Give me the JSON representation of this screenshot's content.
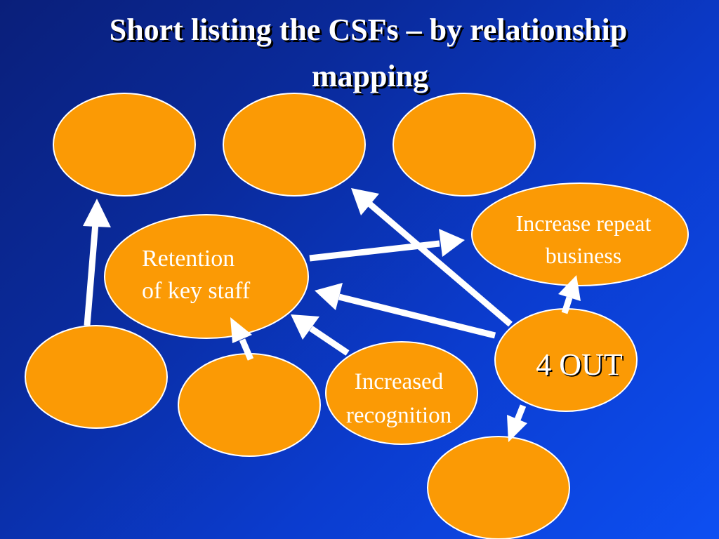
{
  "title": {
    "line1": "Short listing the CSFs – by relationship",
    "line2": "mapping"
  },
  "colors": {
    "background": "#0b3ccf",
    "node_fill": "#fb9a05",
    "arrow": "#ffffff",
    "text": "#ffffff"
  },
  "nodes": [
    {
      "id": "top-left",
      "text": ""
    },
    {
      "id": "top-middle",
      "text": ""
    },
    {
      "id": "top-right",
      "text": ""
    },
    {
      "id": "retention",
      "line1": "Retention",
      "line2": "of key staff"
    },
    {
      "id": "repeat-business",
      "line1": "Increase repeat",
      "line2": "business"
    },
    {
      "id": "bottom-left",
      "text": ""
    },
    {
      "id": "bottom-middle",
      "text": ""
    },
    {
      "id": "recognition",
      "line1": "Increased",
      "line2": "recognition"
    },
    {
      "id": "four-out",
      "text": "4 OUT"
    },
    {
      "id": "bottom-right",
      "text": ""
    }
  ],
  "arrows": [
    {
      "from": "bottom-left",
      "to": "top-left"
    },
    {
      "from": "retention",
      "to": "repeat-business"
    },
    {
      "from": "four-out",
      "to": "top-middle"
    },
    {
      "from": "four-out",
      "to": "retention"
    },
    {
      "from": "four-out",
      "to": "repeat-business"
    },
    {
      "from": "four-out",
      "to": "bottom-right"
    },
    {
      "from": "bottom-middle",
      "to": "retention"
    },
    {
      "from": "recognition",
      "to": "retention"
    }
  ]
}
